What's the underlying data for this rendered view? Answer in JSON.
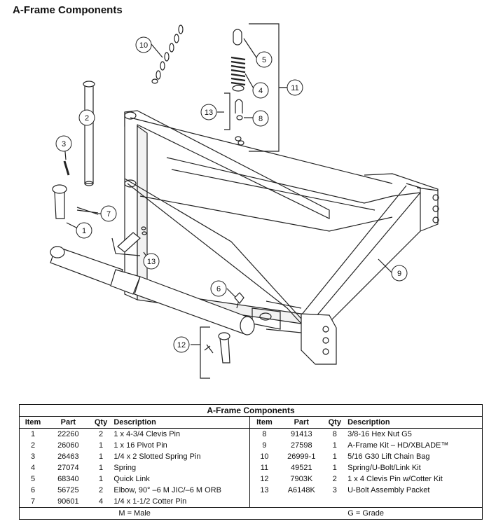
{
  "page": {
    "title": "A-Frame Components"
  },
  "callouts": [
    "1",
    "2",
    "3",
    "4",
    "5",
    "6",
    "7",
    "8",
    "9",
    "10",
    "11",
    "12",
    "13",
    "13"
  ],
  "table": {
    "title": "A-Frame Components",
    "headers": {
      "item": "Item",
      "part": "Part",
      "qty": "Qty",
      "description": "Description"
    },
    "left_rows": [
      {
        "item": "1",
        "part": "22260",
        "qty": "2",
        "description": "1 x 4-3/4 Clevis Pin"
      },
      {
        "item": "2",
        "part": "26060",
        "qty": "1",
        "description": "1 x 16 Pivot Pin"
      },
      {
        "item": "3",
        "part": "26463",
        "qty": "1",
        "description": "1/4 x 2 Slotted Spring Pin"
      },
      {
        "item": "4",
        "part": "27074",
        "qty": "1",
        "description": "Spring"
      },
      {
        "item": "5",
        "part": "68340",
        "qty": "1",
        "description": "Quick Link"
      },
      {
        "item": "6",
        "part": "56725",
        "qty": "2",
        "description": "Elbow, 90° –6 M JIC/–6 M ORB"
      },
      {
        "item": "7",
        "part": "90601",
        "qty": "4",
        "description": "1/4 x 1-1/2 Cotter Pin"
      }
    ],
    "right_rows": [
      {
        "item": "8",
        "part": "91413",
        "qty": "8",
        "description": "3/8-16 Hex Nut G5"
      },
      {
        "item": "9",
        "part": "27598",
        "qty": "1",
        "description": "A-Frame Kit – HD/XBLADE™"
      },
      {
        "item": "10",
        "part": "26999-1",
        "qty": "1",
        "description": "5/16 G30 Lift Chain Bag"
      },
      {
        "item": "11",
        "part": "49521",
        "qty": "1",
        "description": "Spring/U-Bolt/Link Kit"
      },
      {
        "item": "12",
        "part": "7903K",
        "qty": "2",
        "description": "1 x 4 Clevis Pin w/Cotter Kit"
      },
      {
        "item": "13",
        "part": "A6148K",
        "qty": "3",
        "description": "U-Bolt Assembly Packet"
      },
      {
        "item": "",
        "part": "",
        "qty": "",
        "description": ""
      }
    ],
    "footer": {
      "left": "M = Male",
      "right": "G = Grade"
    }
  }
}
